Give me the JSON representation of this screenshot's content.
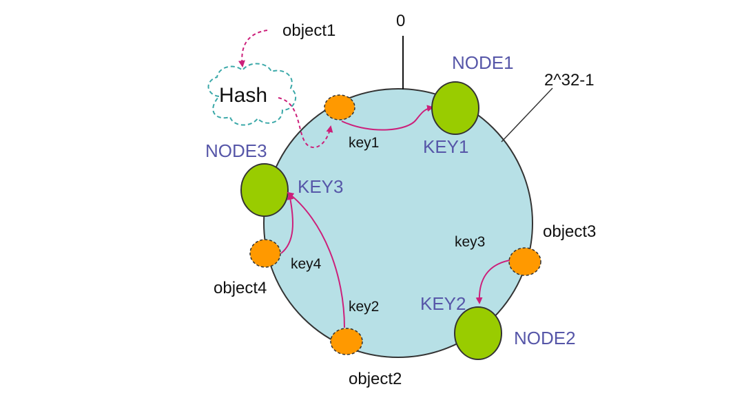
{
  "labels": {
    "zero": "0",
    "max": "2^32-1",
    "hash": "Hash",
    "object1": "object1",
    "object2": "object2",
    "object3": "object3",
    "object4": "object4",
    "node1": "NODE1",
    "node2": "NODE2",
    "node3": "NODE3",
    "key1_upper": "KEY1",
    "key2_upper": "KEY2",
    "key3_upper": "KEY3",
    "key1": "key1",
    "key2": "key2",
    "key3": "key3",
    "key4": "key4"
  },
  "colors": {
    "ring": "#b7e0e6",
    "node": "#99cc00",
    "object": "#ff9900",
    "arrow": "#cc1f7a",
    "hash_outline": "#3aa8a8",
    "label_blue": "#5656a8"
  }
}
